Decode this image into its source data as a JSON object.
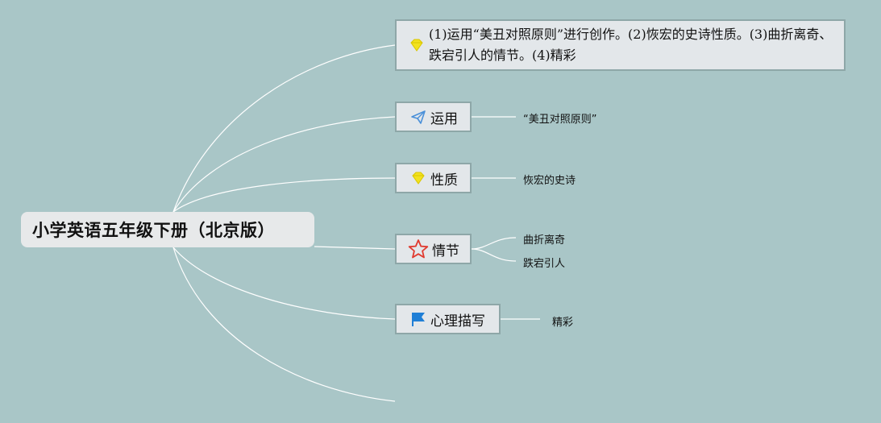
{
  "root": {
    "title": "小学英语五年级下册（北京版）"
  },
  "topics": [
    {
      "id": "summary",
      "icon": "diamond-icon",
      "label": "(1)运用“美丑对照原则”进行创作。(2)恢宏的史诗性质。(3)曲折离奇、跌宕引人的情节。(4)精彩",
      "children": []
    },
    {
      "id": "yunyong",
      "icon": "paper-plane-icon",
      "label": "运用",
      "children": [
        "“美丑对照原则”"
      ]
    },
    {
      "id": "xingzhi",
      "icon": "diamond-icon",
      "label": "性质",
      "children": [
        "恢宏的史诗"
      ]
    },
    {
      "id": "qingjie",
      "icon": "star-icon",
      "label": "情节",
      "children": [
        "曲折离奇",
        "跌宕引人"
      ]
    },
    {
      "id": "xinli",
      "icon": "flag-icon",
      "label": "心理描写",
      "children": [
        "精彩"
      ]
    }
  ],
  "colors": {
    "background": "#a9c6c7",
    "connector": "#ffffff",
    "diamond": "#f2e21f",
    "plane": "#4a90d9",
    "star": "#e03a2f",
    "flag": "#1f7fd6"
  }
}
